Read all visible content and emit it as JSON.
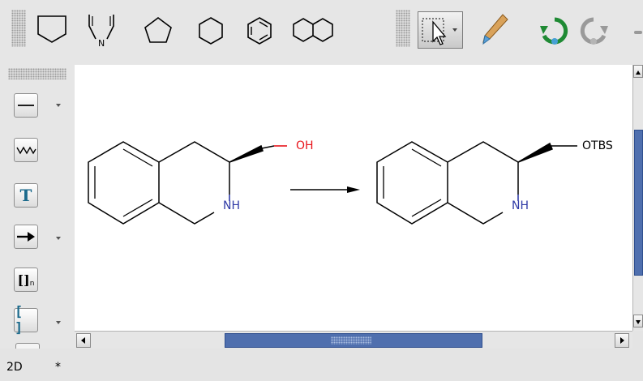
{
  "toolbar": {
    "templates": [
      {
        "icon": "cyclopropane-ring-icon"
      },
      {
        "icon": "pyrrole-ring-icon",
        "atom_label": "N"
      },
      {
        "icon": "cyclopentane-ring-icon"
      },
      {
        "icon": "cyclohexane-ring-icon"
      },
      {
        "icon": "benzene-ring-icon"
      },
      {
        "icon": "naphthalene-ring-icon"
      }
    ],
    "select_tool_icon": "selection-arrow-icon",
    "eraser_icon": "eraser-icon",
    "undo_icon": "undo-icon",
    "redo_icon": "redo-icon"
  },
  "left_toolbar": {
    "tools": [
      {
        "icon": "single-bond-icon",
        "has_dropdown": true
      },
      {
        "icon": "chain-icon",
        "has_dropdown": false
      },
      {
        "icon": "text-tool-icon",
        "label": "T",
        "has_dropdown": false
      },
      {
        "icon": "reaction-arrow-icon",
        "has_dropdown": true
      },
      {
        "icon": "sgroup-bracket-icon",
        "label": "[]",
        "subscript": "n",
        "has_dropdown": false
      },
      {
        "icon": "bracket-icon",
        "label": "[ ]",
        "has_dropdown": true
      }
    ]
  },
  "canvas": {
    "reactant": {
      "nh_label": "NH",
      "substituent_label": "OH"
    },
    "product": {
      "nh_label": "NH",
      "substituent_label": "OTBS"
    }
  },
  "colors": {
    "nitrogen": "#2f3aa6",
    "oxygen": "#e8141b",
    "bond": "#000000",
    "scroll_thumb": "#4f6fae",
    "text_tool": "#1b6a8c"
  },
  "status": {
    "mode": "2D",
    "modified": "*"
  }
}
